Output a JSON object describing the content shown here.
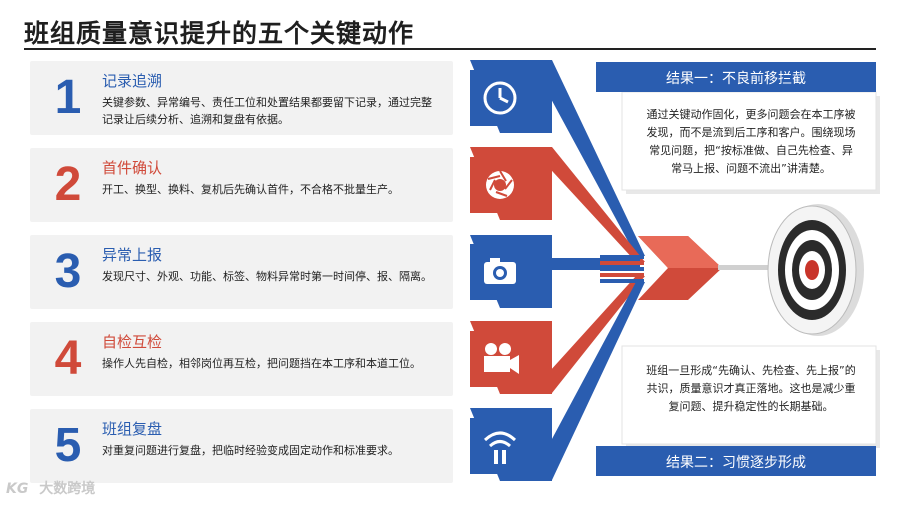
{
  "page": {
    "title": "班组质量意识提升的五个关键动作"
  },
  "actions": [
    {
      "num": "1",
      "title": "记录追溯",
      "desc": "关键参数、异常编号、责任工位和处置结果都要留下记录，通过完整记录让后续分析、追溯和复盘有依据。",
      "color": "blue",
      "icon": "clock-icon"
    },
    {
      "num": "2",
      "title": "首件确认",
      "desc": "开工、换型、换料、复机后先确认首件，不合格不批量生产。",
      "color": "red",
      "icon": "shutter-icon"
    },
    {
      "num": "3",
      "title": "异常上报",
      "desc": "发现尺寸、外观、功能、标签、物料异常时第一时间停、报、隔离。",
      "color": "blue",
      "icon": "camera-icon"
    },
    {
      "num": "4",
      "title": "自检互检",
      "desc": "操作人先自检，相邻岗位再互检，把问题挡在本工序和本道工位。",
      "color": "red",
      "icon": "projector-icon"
    },
    {
      "num": "5",
      "title": "班组复盘",
      "desc": "对重复问题进行复盘，把临时经验变成固定动作和标准要求。",
      "color": "blue",
      "icon": "signal-icon"
    }
  ],
  "results": [
    {
      "label": "结果一：不良前移拦截",
      "note": "通过关键动作固化，更多问题会在本工序被发现，而不是流到后工序和客户。围绕现场常见问题，把“按标准做、自己先检查、异常马上报、问题不流出”讲清楚。"
    },
    {
      "label": "结果二：习惯逐步形成",
      "note": "班组一旦形成“先确认、先检查、先上报”的共识，质量意识才真正落地。这也是减少重复问题、提升稳定性的长期基础。"
    }
  ],
  "watermark": {
    "logo": "KG",
    "text": "大数跨境"
  },
  "colors": {
    "blue": "#2a5db0",
    "red": "#d04a3a",
    "card_bg": "#f2f2f2"
  }
}
